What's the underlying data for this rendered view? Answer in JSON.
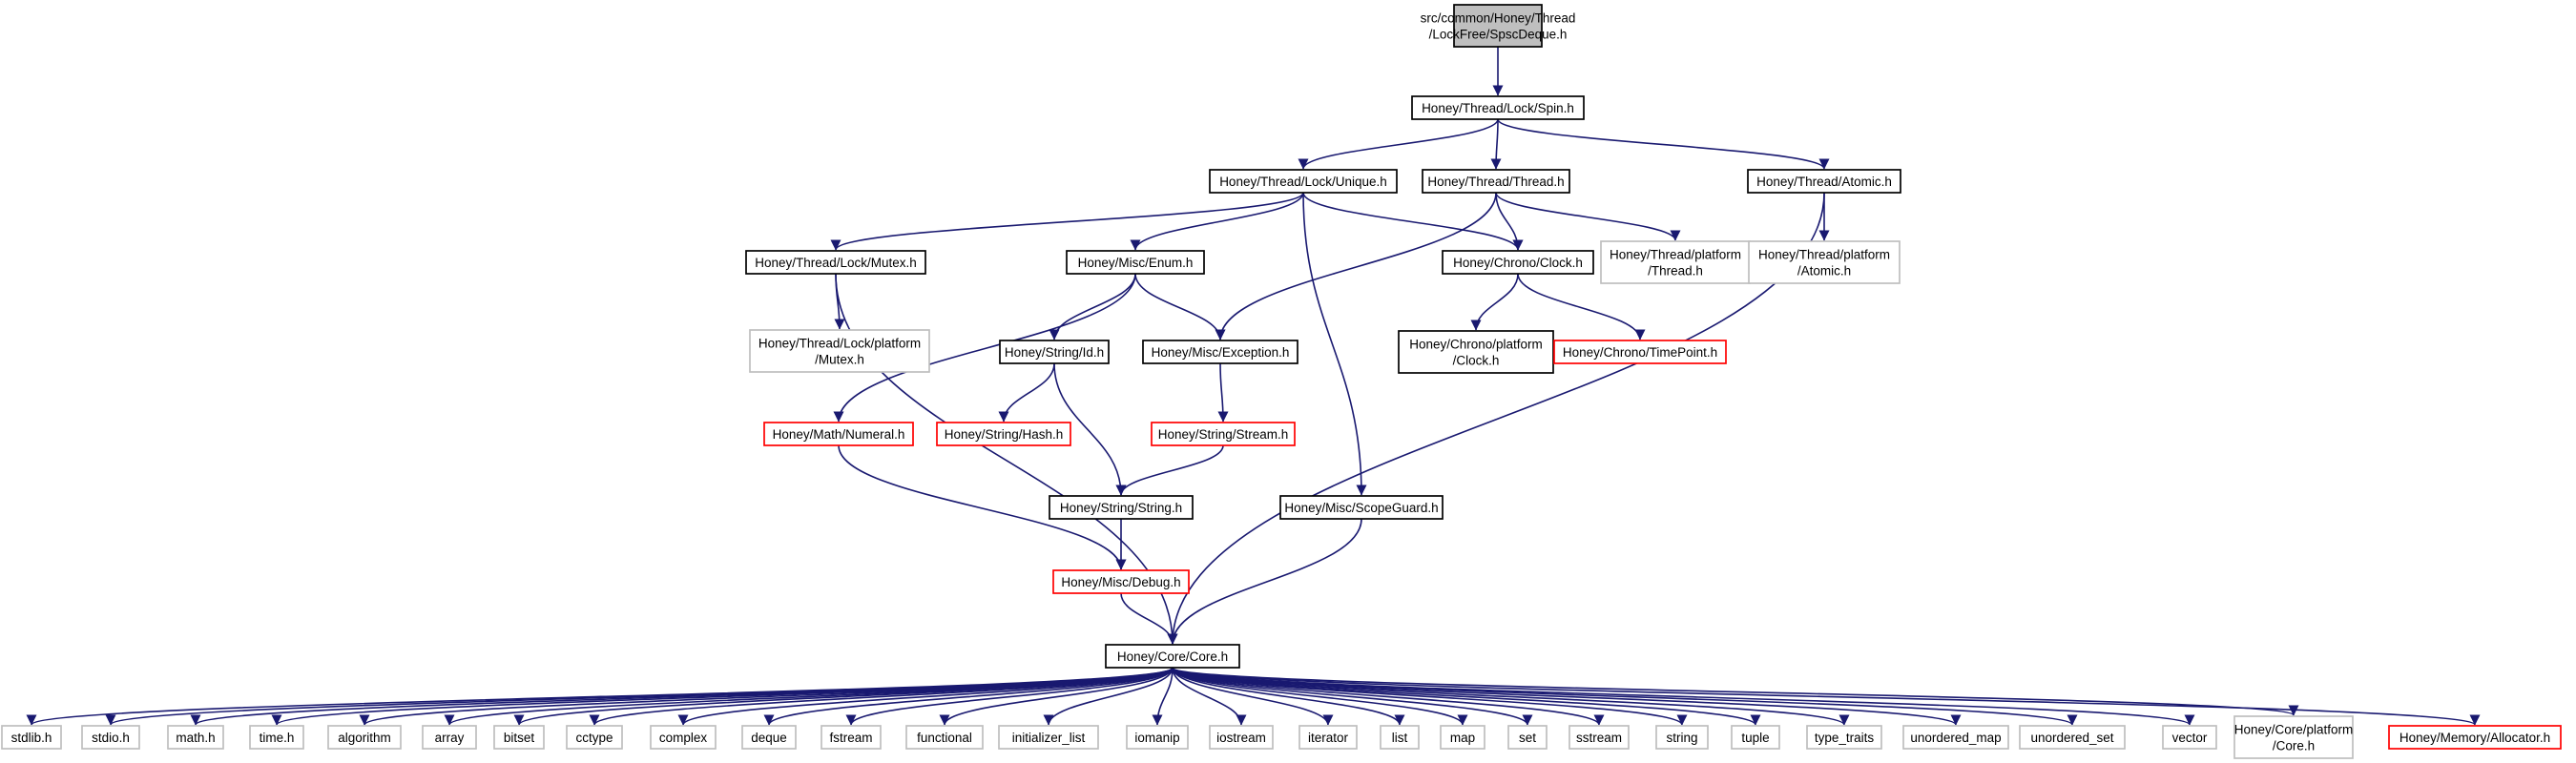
{
  "colors": {
    "edge": "#191970",
    "root_fill": "#bfbfbf",
    "doc_border": "#000000",
    "nodoc_border": "#bfbfbf",
    "truncated_border": "#ff0000",
    "text": "#000000"
  },
  "nodes": [
    {
      "id": "root",
      "lines": [
        "src/common/Honey/Thread",
        "/LockFree/SpscDeque.h"
      ],
      "kind": "root"
    },
    {
      "id": "spin",
      "lines": [
        "Honey/Thread/Lock/Spin.h"
      ],
      "kind": "doc"
    },
    {
      "id": "unique",
      "lines": [
        "Honey/Thread/Lock/Unique.h"
      ],
      "kind": "doc"
    },
    {
      "id": "thread",
      "lines": [
        "Honey/Thread/Thread.h"
      ],
      "kind": "doc"
    },
    {
      "id": "atomic",
      "lines": [
        "Honey/Thread/Atomic.h"
      ],
      "kind": "doc"
    },
    {
      "id": "mutex",
      "lines": [
        "Honey/Thread/Lock/Mutex.h"
      ],
      "kind": "doc"
    },
    {
      "id": "enum",
      "lines": [
        "Honey/Misc/Enum.h"
      ],
      "kind": "doc"
    },
    {
      "id": "clock",
      "lines": [
        "Honey/Chrono/Clock.h"
      ],
      "kind": "doc"
    },
    {
      "id": "pthread",
      "lines": [
        "Honey/Thread/platform",
        "/Thread.h"
      ],
      "kind": "nodoc"
    },
    {
      "id": "patomic",
      "lines": [
        "Honey/Thread/platform",
        "/Atomic.h"
      ],
      "kind": "nodoc"
    },
    {
      "id": "pmutex",
      "lines": [
        "Honey/Thread/Lock/platform",
        "/Mutex.h"
      ],
      "kind": "nodoc"
    },
    {
      "id": "id",
      "lines": [
        "Honey/String/Id.h"
      ],
      "kind": "doc"
    },
    {
      "id": "exception",
      "lines": [
        "Honey/Misc/Exception.h"
      ],
      "kind": "doc"
    },
    {
      "id": "pclock",
      "lines": [
        "Honey/Chrono/platform",
        "/Clock.h"
      ],
      "kind": "doc"
    },
    {
      "id": "timepoint",
      "lines": [
        "Honey/Chrono/TimePoint.h"
      ],
      "kind": "truncated"
    },
    {
      "id": "numeral",
      "lines": [
        "Honey/Math/Numeral.h"
      ],
      "kind": "truncated"
    },
    {
      "id": "hash",
      "lines": [
        "Honey/String/Hash.h"
      ],
      "kind": "truncated"
    },
    {
      "id": "stream",
      "lines": [
        "Honey/String/Stream.h"
      ],
      "kind": "truncated"
    },
    {
      "id": "string",
      "lines": [
        "Honey/String/String.h"
      ],
      "kind": "doc"
    },
    {
      "id": "scopeguard",
      "lines": [
        "Honey/Misc/ScopeGuard.h"
      ],
      "kind": "doc"
    },
    {
      "id": "debug",
      "lines": [
        "Honey/Misc/Debug.h"
      ],
      "kind": "truncated"
    },
    {
      "id": "core",
      "lines": [
        "Honey/Core/Core.h"
      ],
      "kind": "doc"
    },
    {
      "id": "stdlib",
      "lines": [
        "stdlib.h"
      ],
      "kind": "nodoc"
    },
    {
      "id": "stdio",
      "lines": [
        "stdio.h"
      ],
      "kind": "nodoc"
    },
    {
      "id": "math",
      "lines": [
        "math.h"
      ],
      "kind": "nodoc"
    },
    {
      "id": "time",
      "lines": [
        "time.h"
      ],
      "kind": "nodoc"
    },
    {
      "id": "algorithm",
      "lines": [
        "algorithm"
      ],
      "kind": "nodoc"
    },
    {
      "id": "array",
      "lines": [
        "array"
      ],
      "kind": "nodoc"
    },
    {
      "id": "bitset",
      "lines": [
        "bitset"
      ],
      "kind": "nodoc"
    },
    {
      "id": "cctype",
      "lines": [
        "cctype"
      ],
      "kind": "nodoc"
    },
    {
      "id": "complex",
      "lines": [
        "complex"
      ],
      "kind": "nodoc"
    },
    {
      "id": "deque",
      "lines": [
        "deque"
      ],
      "kind": "nodoc"
    },
    {
      "id": "fstream",
      "lines": [
        "fstream"
      ],
      "kind": "nodoc"
    },
    {
      "id": "functional",
      "lines": [
        "functional"
      ],
      "kind": "nodoc"
    },
    {
      "id": "initializer_list",
      "lines": [
        "initializer_list"
      ],
      "kind": "nodoc"
    },
    {
      "id": "iomanip",
      "lines": [
        "iomanip"
      ],
      "kind": "nodoc"
    },
    {
      "id": "iostream",
      "lines": [
        "iostream"
      ],
      "kind": "nodoc"
    },
    {
      "id": "iterator",
      "lines": [
        "iterator"
      ],
      "kind": "nodoc"
    },
    {
      "id": "list",
      "lines": [
        "list"
      ],
      "kind": "nodoc"
    },
    {
      "id": "map",
      "lines": [
        "map"
      ],
      "kind": "nodoc"
    },
    {
      "id": "set",
      "lines": [
        "set"
      ],
      "kind": "nodoc"
    },
    {
      "id": "sstream",
      "lines": [
        "sstream"
      ],
      "kind": "nodoc"
    },
    {
      "id": "stdstring",
      "lines": [
        "string"
      ],
      "kind": "nodoc"
    },
    {
      "id": "tuple",
      "lines": [
        "tuple"
      ],
      "kind": "nodoc"
    },
    {
      "id": "type_traits",
      "lines": [
        "type_traits"
      ],
      "kind": "nodoc"
    },
    {
      "id": "unordered_map",
      "lines": [
        "unordered_map"
      ],
      "kind": "nodoc"
    },
    {
      "id": "unordered_set",
      "lines": [
        "unordered_set"
      ],
      "kind": "nodoc"
    },
    {
      "id": "vector",
      "lines": [
        "vector"
      ],
      "kind": "nodoc"
    },
    {
      "id": "pcore",
      "lines": [
        "Honey/Core/platform",
        "/Core.h"
      ],
      "kind": "nodoc"
    },
    {
      "id": "allocator",
      "lines": [
        "Honey/Memory/Allocator.h"
      ],
      "kind": "truncated"
    }
  ],
  "edges": [
    [
      "root",
      "spin"
    ],
    [
      "spin",
      "unique"
    ],
    [
      "spin",
      "thread"
    ],
    [
      "spin",
      "atomic"
    ],
    [
      "unique",
      "mutex"
    ],
    [
      "unique",
      "enum"
    ],
    [
      "unique",
      "clock"
    ],
    [
      "unique",
      "scopeguard"
    ],
    [
      "thread",
      "clock"
    ],
    [
      "thread",
      "pthread"
    ],
    [
      "thread",
      "exception"
    ],
    [
      "atomic",
      "patomic"
    ],
    [
      "atomic",
      "core"
    ],
    [
      "mutex",
      "pmutex"
    ],
    [
      "mutex",
      "core"
    ],
    [
      "enum",
      "id"
    ],
    [
      "enum",
      "exception"
    ],
    [
      "enum",
      "numeral"
    ],
    [
      "clock",
      "pclock"
    ],
    [
      "clock",
      "timepoint"
    ],
    [
      "id",
      "hash"
    ],
    [
      "id",
      "string"
    ],
    [
      "exception",
      "stream"
    ],
    [
      "stream",
      "string"
    ],
    [
      "string",
      "debug"
    ],
    [
      "numeral",
      "debug"
    ],
    [
      "debug",
      "core"
    ],
    [
      "scopeguard",
      "core"
    ],
    [
      "core",
      "stdlib"
    ],
    [
      "core",
      "stdio"
    ],
    [
      "core",
      "math"
    ],
    [
      "core",
      "time"
    ],
    [
      "core",
      "algorithm"
    ],
    [
      "core",
      "array"
    ],
    [
      "core",
      "bitset"
    ],
    [
      "core",
      "cctype"
    ],
    [
      "core",
      "complex"
    ],
    [
      "core",
      "deque"
    ],
    [
      "core",
      "fstream"
    ],
    [
      "core",
      "functional"
    ],
    [
      "core",
      "initializer_list"
    ],
    [
      "core",
      "iomanip"
    ],
    [
      "core",
      "iostream"
    ],
    [
      "core",
      "iterator"
    ],
    [
      "core",
      "list"
    ],
    [
      "core",
      "map"
    ],
    [
      "core",
      "set"
    ],
    [
      "core",
      "sstream"
    ],
    [
      "core",
      "stdstring"
    ],
    [
      "core",
      "tuple"
    ],
    [
      "core",
      "type_traits"
    ],
    [
      "core",
      "unordered_map"
    ],
    [
      "core",
      "unordered_set"
    ],
    [
      "core",
      "vector"
    ],
    [
      "core",
      "pcore"
    ],
    [
      "core",
      "allocator"
    ]
  ]
}
